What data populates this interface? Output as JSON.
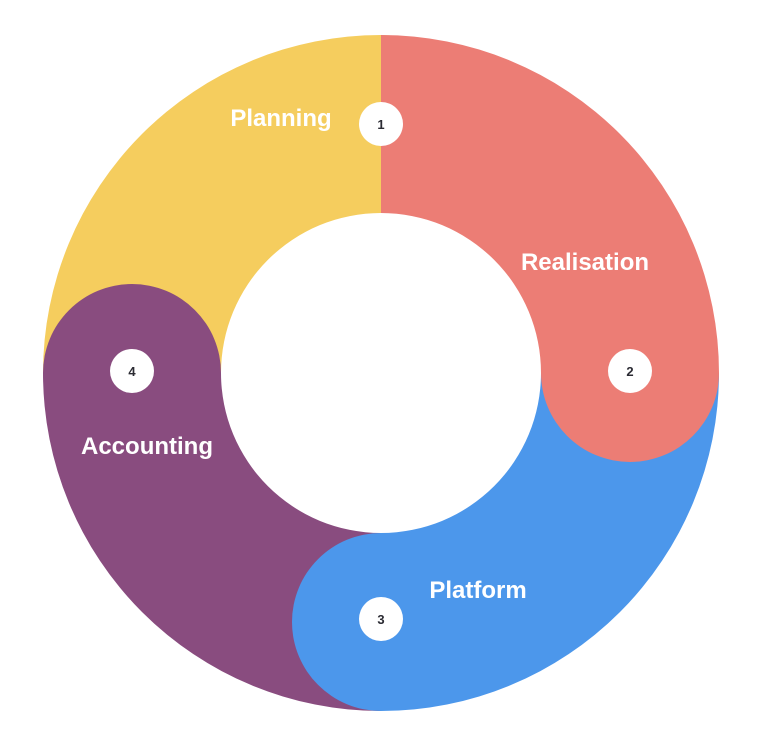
{
  "diagram": {
    "segments": [
      {
        "key": "planning",
        "label": "Planning",
        "step": "1",
        "color": "#F5CD5E"
      },
      {
        "key": "realisation",
        "label": "Realisation",
        "step": "2",
        "color": "#EC7D75"
      },
      {
        "key": "platform",
        "label": "Platform",
        "step": "3",
        "color": "#4C97EB"
      },
      {
        "key": "accounting",
        "label": "Accounting",
        "step": "4",
        "color": "#894C7F"
      }
    ]
  }
}
